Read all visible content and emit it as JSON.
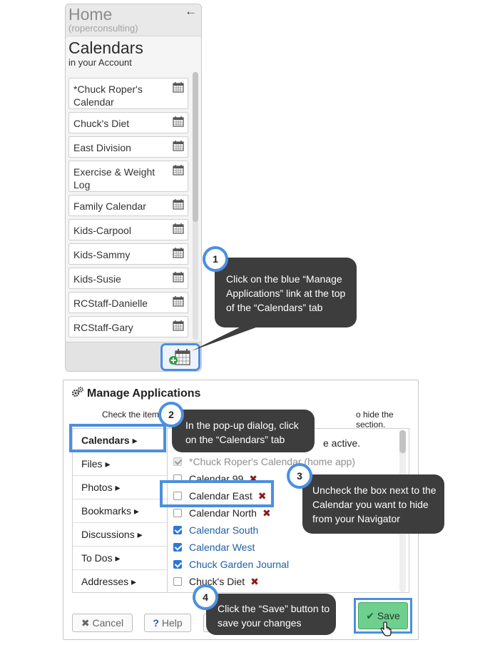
{
  "sidebar": {
    "home_title": "Home",
    "home_subtitle": "(roperconsulting)",
    "back_icon": "back-arrow-icon",
    "calendars_title": "Calendars",
    "calendars_subtitle": "in your Account",
    "items": [
      {
        "label": "*Chuck Roper's Calendar"
      },
      {
        "label": "Chuck's Diet"
      },
      {
        "label": "East Division"
      },
      {
        "label": "Exercise & Weight Log"
      },
      {
        "label": "Family Calendar"
      },
      {
        "label": "Kids-Carpool"
      },
      {
        "label": "Kids-Sammy"
      },
      {
        "label": "Kids-Susie"
      },
      {
        "label": "RCStaff-Danielle"
      },
      {
        "label": "RCStaff-Gary"
      }
    ],
    "add_button_icon": "add-calendar-icon"
  },
  "callouts": [
    {
      "num": "1",
      "text": "Click on the blue “Manage Applications” link at  the top of the “Calendars” tab"
    },
    {
      "num": "2",
      "text": "In the pop-up dialog, click on the “Calendars” tab"
    },
    {
      "num": "3",
      "text": "Uncheck the box next to the Calendar you want to hide from your Navigator"
    },
    {
      "num": "4",
      "text": "Click the “Save” button to save your changes"
    }
  ],
  "dialog": {
    "title": "Manage Applications",
    "instruction_start": "Check the item",
    "instruction_end": "o hide the section.",
    "panel_header_fragment": "e active.",
    "tabs": [
      {
        "label": "Calendars"
      },
      {
        "label": "Files"
      },
      {
        "label": "Photos"
      },
      {
        "label": "Bookmarks"
      },
      {
        "label": "Discussions"
      },
      {
        "label": "To Dos"
      },
      {
        "label": "Addresses"
      }
    ],
    "apps": [
      {
        "label": "*Chuck Roper's Calendar (home app)"
      },
      {
        "label": "Calendar 99"
      },
      {
        "label": "Calendar East"
      },
      {
        "label": "Calendar North"
      },
      {
        "label": "Calendar South"
      },
      {
        "label": "Calendar West"
      },
      {
        "label": "Chuck Garden Journal"
      },
      {
        "label": "Chuck's Diet"
      }
    ],
    "remove_mark": "✖",
    "cancel_label": "Cancel",
    "help_label": "Help",
    "save_label": "Save"
  },
  "colors": {
    "highlight": "#4b8fe0",
    "callout_bg": "#3d3d3d",
    "save_green": "#6fcf8f",
    "link_blue": "#1f5fa8",
    "remove_red": "#8b1a1a"
  }
}
